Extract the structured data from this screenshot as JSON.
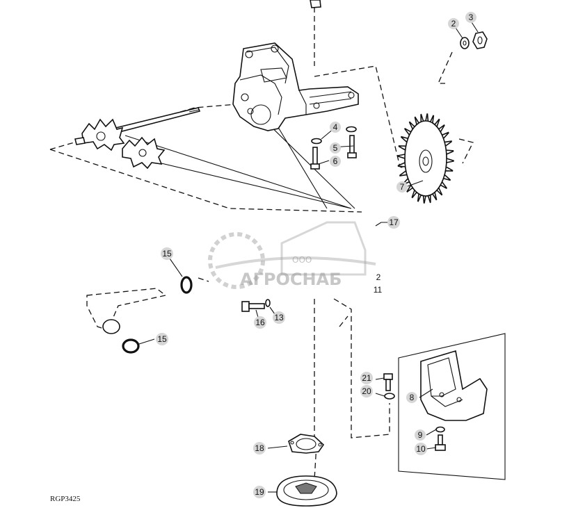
{
  "diagram": {
    "reference_code": "RGP3425",
    "callouts": [
      {
        "id": "c2",
        "label": "2"
      },
      {
        "id": "c3",
        "label": "3"
      },
      {
        "id": "c4",
        "label": "4"
      },
      {
        "id": "c5",
        "label": "5"
      },
      {
        "id": "c6",
        "label": "6"
      },
      {
        "id": "c7",
        "label": "7"
      },
      {
        "id": "c8",
        "label": "8"
      },
      {
        "id": "c9",
        "label": "9"
      },
      {
        "id": "c10",
        "label": "10"
      },
      {
        "id": "c11",
        "label": "11"
      },
      {
        "id": "c12",
        "label": "2"
      },
      {
        "id": "c13",
        "label": "13"
      },
      {
        "id": "c15a",
        "label": "15"
      },
      {
        "id": "c15b",
        "label": "15"
      },
      {
        "id": "c16",
        "label": "16"
      },
      {
        "id": "c17",
        "label": "17"
      },
      {
        "id": "c18",
        "label": "18"
      },
      {
        "id": "c19",
        "label": "19"
      },
      {
        "id": "c20",
        "label": "20"
      },
      {
        "id": "c21",
        "label": "21"
      }
    ]
  },
  "watermark": {
    "company_prefix": "ООО",
    "company_name": "АГРОСНАБ"
  },
  "colors": {
    "line": "#111111",
    "badge": "#d6d6d6",
    "watermark": "#9a9a9a"
  }
}
